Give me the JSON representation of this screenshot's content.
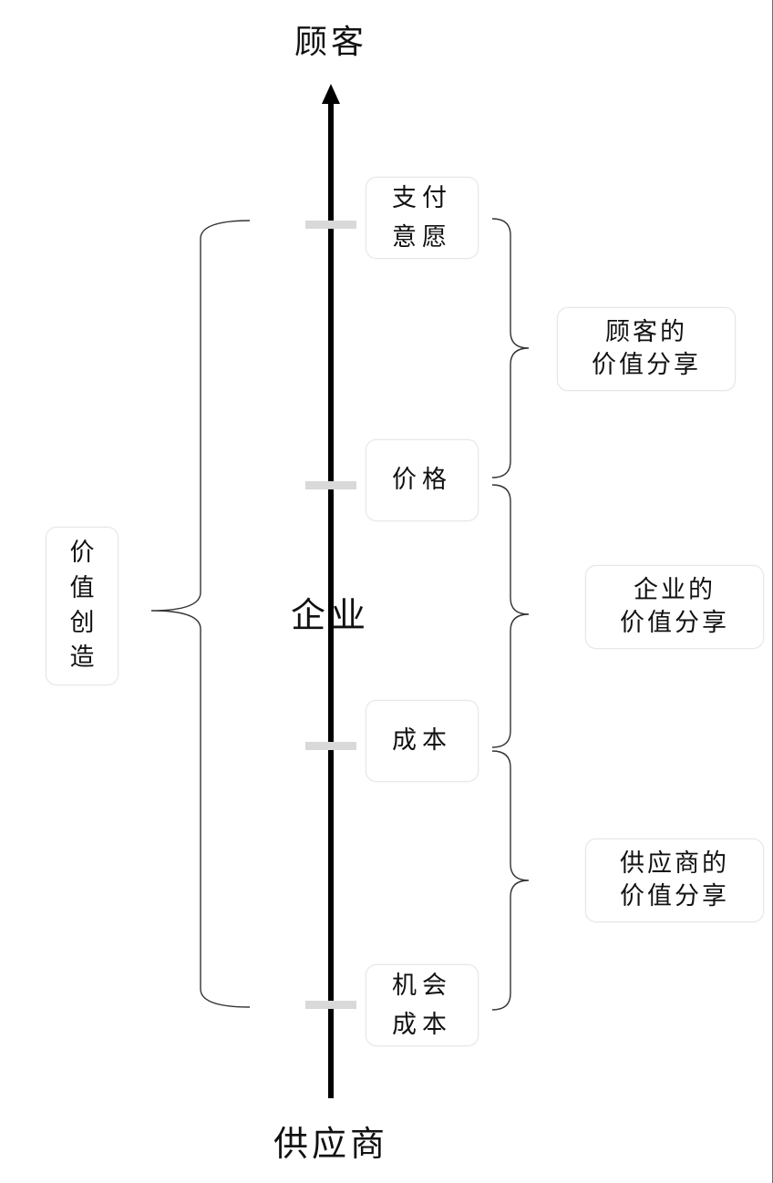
{
  "diagram": {
    "top_label": "顾客",
    "bottom_label": "供应商",
    "center_label": "企业",
    "levels": [
      {
        "id": "willingness-to-pay",
        "line1": "支付",
        "line2": "意愿"
      },
      {
        "id": "price",
        "line1": "价格",
        "line2": ""
      },
      {
        "id": "cost",
        "line1": "成本",
        "line2": ""
      },
      {
        "id": "opportunity-cost",
        "line1": "机会",
        "line2": "成本"
      }
    ],
    "value_creation": {
      "chars": [
        "价",
        "值",
        "创",
        "造"
      ]
    },
    "shares": [
      {
        "id": "customer-share",
        "line1": "顾客的",
        "line2": "价值分享"
      },
      {
        "id": "firm-share",
        "line1": "企业的",
        "line2": "价值分享"
      },
      {
        "id": "supplier-share",
        "line1": "供应商的",
        "line2": "价值分享"
      }
    ],
    "colors": {
      "axis": "#000000",
      "brace": "#333333",
      "box_border": "#e6e6e6",
      "tick": "#d9d9d9"
    }
  }
}
